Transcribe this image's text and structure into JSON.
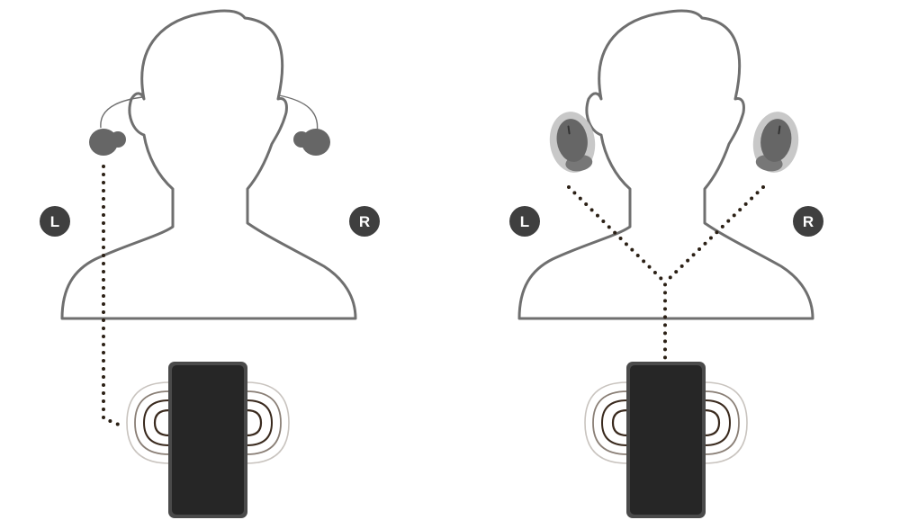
{
  "panels": [
    {
      "left_label": "L",
      "right_label": "R"
    },
    {
      "left_label": "L",
      "right_label": "R"
    }
  ],
  "colors": {
    "outline": "#6f6f6f",
    "earbud": "#666666",
    "earbud_halo": "#c8c8c8",
    "label_circle": "#3f3f3f",
    "label_text": "#ffffff",
    "phone_body": "#262626",
    "phone_rim": "#4a4a4a",
    "connection_dots": "#2b2015",
    "wave_dark": "#3a2a1e",
    "wave_mid": "#8a7f76",
    "wave_light": "#c9c4bf"
  },
  "icons": [
    "head-outline-icon",
    "earbud-icon",
    "smartphone-icon",
    "signal-wave-icon"
  ]
}
